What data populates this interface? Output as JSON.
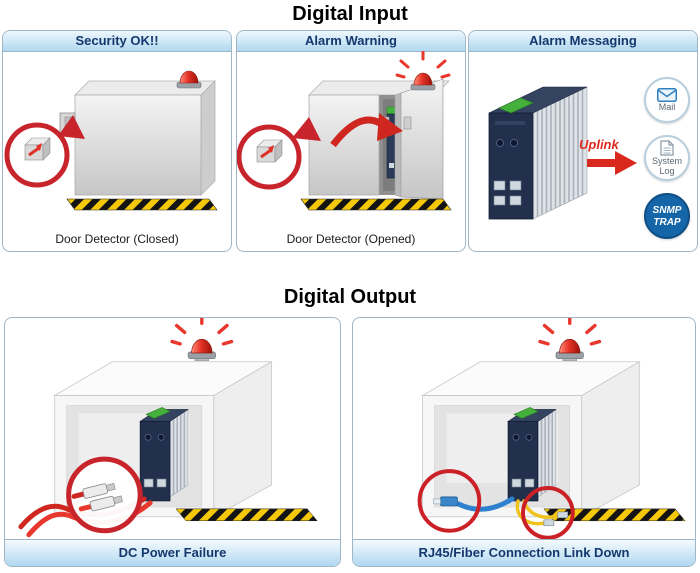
{
  "digital_input": {
    "title": "Digital Input",
    "panels": [
      {
        "header": "Security OK!!",
        "caption": "Door Detector (Closed)"
      },
      {
        "header": "Alarm Warning",
        "caption": "Door Detector (Opened)"
      },
      {
        "header": "Alarm Messaging",
        "uplink_label": "Uplink",
        "targets": [
          {
            "label": "Mail"
          },
          {
            "label": "System Log"
          },
          {
            "label": "SNMP",
            "label2": "TRAP"
          }
        ]
      }
    ]
  },
  "digital_output": {
    "title": "Digital Output",
    "panels": [
      {
        "caption": "DC Power Failure"
      },
      {
        "caption": "RJ45/Fiber Connection Link Down"
      }
    ]
  },
  "colors": {
    "header_text": "#14386e",
    "header_bg": "#b0d8f0",
    "uplink_red": "#e02a20",
    "snmp_blue": "#1566a9",
    "beacon_red": "#d42b1e",
    "hazard_yellow": "#f6c80a",
    "device_navy": "#22304d",
    "terminal_green": "#45b03c"
  }
}
